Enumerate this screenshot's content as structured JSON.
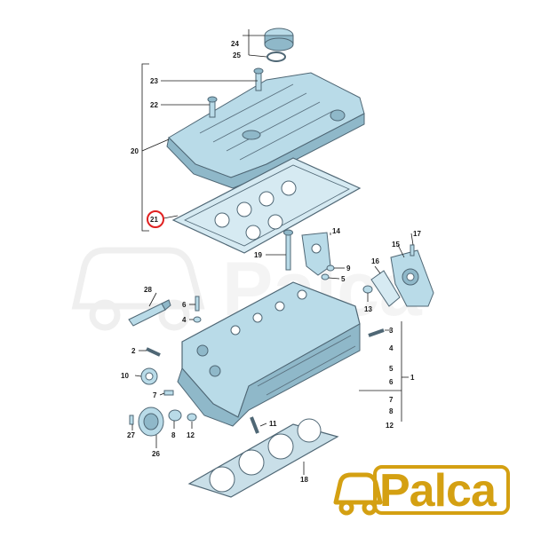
{
  "callouts": {
    "c1": "1",
    "c2": "2",
    "c3": "3",
    "c4": "4",
    "c5": "5",
    "c6": "6",
    "c7": "7",
    "c8": "8",
    "c9": "9",
    "c10": "10",
    "c11": "11",
    "c12": "12",
    "c13": "13",
    "c14": "14",
    "c15": "15",
    "c16": "16",
    "c17": "17",
    "c18": "18",
    "c19": "19",
    "c20": "20",
    "c21": "21",
    "c22": "22",
    "c23": "23",
    "c24": "24",
    "c25": "25",
    "c26": "26",
    "c27": "27",
    "c28": "28"
  },
  "highlighted_callout": "21",
  "colors": {
    "part_fill": "#b9dbe8",
    "part_shade": "#8fb8c9",
    "highlight_ring": "#e02020",
    "brand": "#d4a012",
    "watermark": "#e6e6e6"
  },
  "watermark": {
    "text": "Palca"
  },
  "logo": {
    "text": "Palca",
    "icon": "car-icon"
  }
}
